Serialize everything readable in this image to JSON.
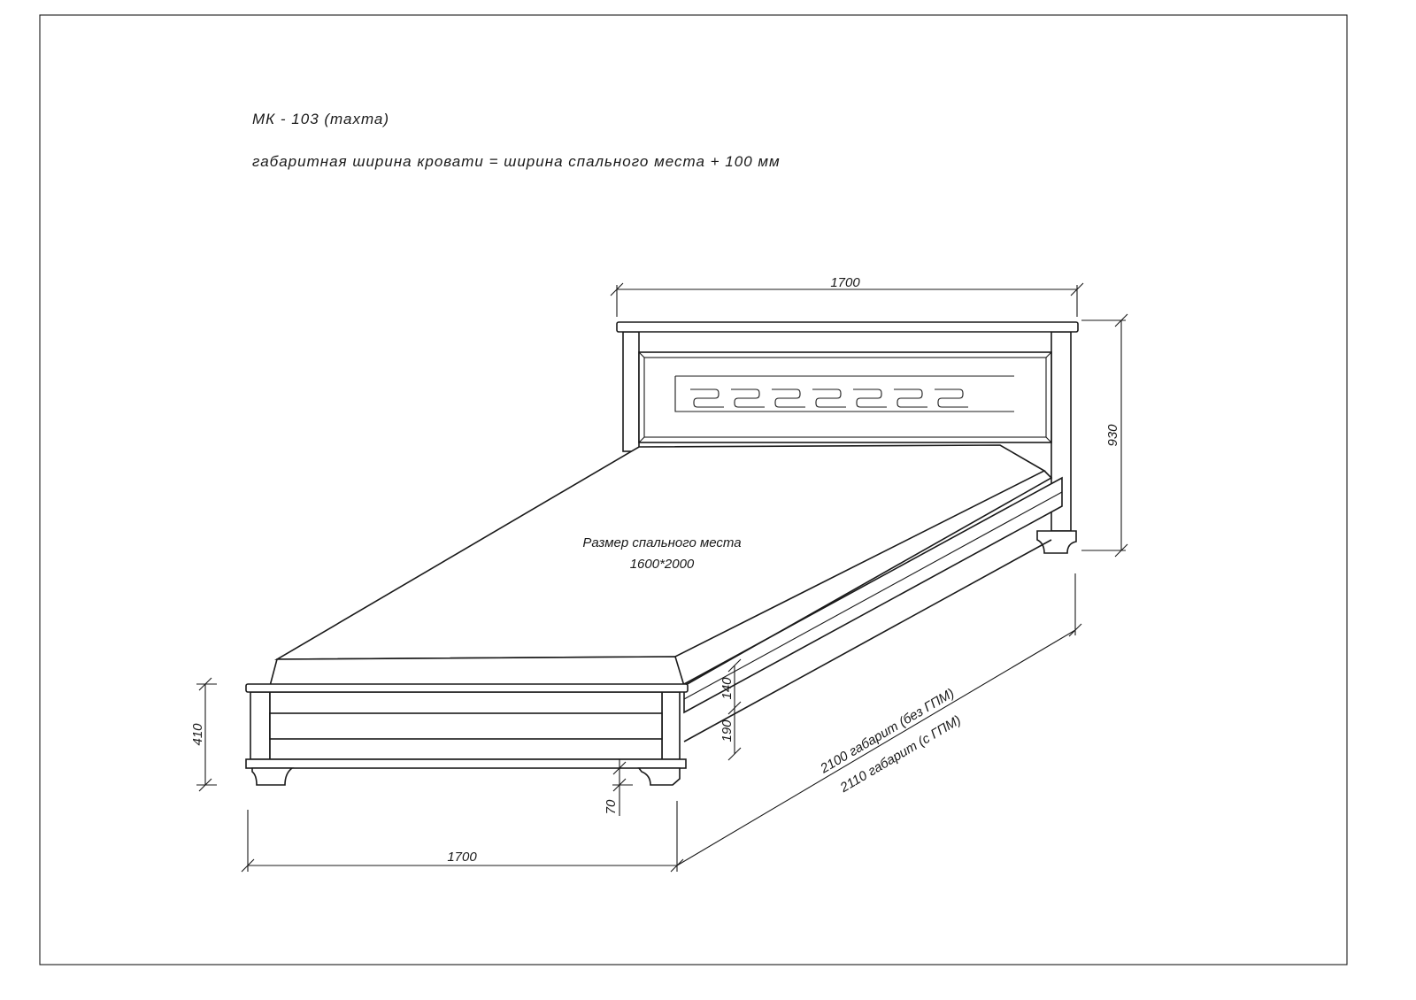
{
  "header": {
    "title": "МК - 103 (тахта)",
    "subtitle": "габаритная ширина кровати = ширина спального места + 100 мм"
  },
  "mattress": {
    "label": "Размер спального места",
    "size": "1600*2000"
  },
  "dimensions": {
    "headboard_width": "1700",
    "headboard_height": "930",
    "footboard_height": "410",
    "leg_height": "70",
    "footboard_width": "1700",
    "rail_upper": "140",
    "rail_lower": "190",
    "length_without": "2100 габарит (без ГПМ)",
    "length_with": "2110 габарит (с ГПМ)"
  }
}
